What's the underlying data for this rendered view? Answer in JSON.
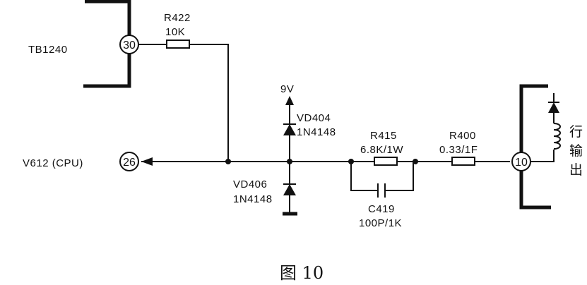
{
  "components": {
    "connector_left": "TB1240",
    "r422": {
      "ref": "R422",
      "value": "10K"
    },
    "supply": "9V",
    "vd404": {
      "ref": "VD404",
      "part": "1N4148"
    },
    "vd406": {
      "ref": "VD406",
      "part": "1N4148"
    },
    "r415": {
      "ref": "R415",
      "value": "6.8K/1W"
    },
    "r400": {
      "ref": "R400",
      "value": "0.33/1F"
    },
    "c419": {
      "ref": "C419",
      "value": "100P/1K"
    },
    "cpu_net": "V612 (CPU)"
  },
  "pins": {
    "tb1240_pin": "30",
    "cpu_pin": "26",
    "flyback_pin": "10"
  },
  "flyback_label": [
    "行",
    "输",
    "出"
  ],
  "caption": "图 10"
}
